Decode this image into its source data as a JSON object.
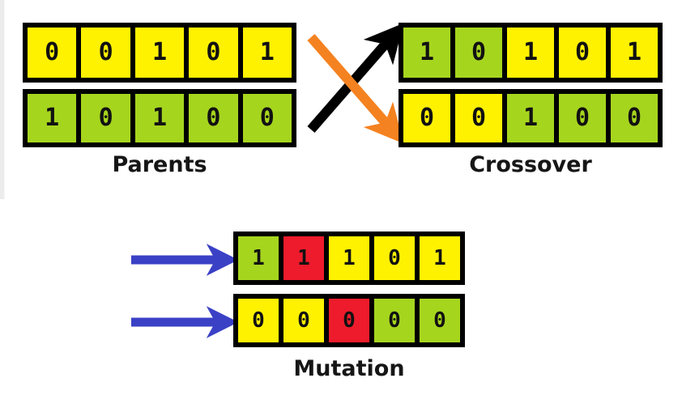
{
  "diagram": {
    "title_visible": false,
    "background_color": "#ffffff",
    "palette": {
      "yellow": "#fff200",
      "green": "#a6d51e",
      "red": "#ed1b2b",
      "black": "#000000",
      "orange": "#f58220",
      "blue": "#3b41c5"
    },
    "sections": [
      {
        "key": "parents",
        "label": "Parents",
        "rows": [
          {
            "name": "parent-1",
            "genes": [
              {
                "value": "0",
                "color": "yellow"
              },
              {
                "value": "0",
                "color": "yellow"
              },
              {
                "value": "1",
                "color": "yellow"
              },
              {
                "value": "0",
                "color": "yellow"
              },
              {
                "value": "1",
                "color": "yellow"
              }
            ]
          },
          {
            "name": "parent-2",
            "genes": [
              {
                "value": "1",
                "color": "green"
              },
              {
                "value": "0",
                "color": "green"
              },
              {
                "value": "1",
                "color": "green"
              },
              {
                "value": "0",
                "color": "green"
              },
              {
                "value": "0",
                "color": "green"
              }
            ]
          }
        ]
      },
      {
        "key": "crossover",
        "label": "Crossover",
        "rows": [
          {
            "name": "offspring-1",
            "genes": [
              {
                "value": "1",
                "color": "green"
              },
              {
                "value": "0",
                "color": "green"
              },
              {
                "value": "1",
                "color": "yellow"
              },
              {
                "value": "0",
                "color": "yellow"
              },
              {
                "value": "1",
                "color": "yellow"
              }
            ]
          },
          {
            "name": "offspring-2",
            "genes": [
              {
                "value": "0",
                "color": "yellow"
              },
              {
                "value": "0",
                "color": "yellow"
              },
              {
                "value": "1",
                "color": "green"
              },
              {
                "value": "0",
                "color": "green"
              },
              {
                "value": "0",
                "color": "green"
              }
            ]
          }
        ]
      },
      {
        "key": "mutation",
        "label": "Mutation",
        "rows": [
          {
            "name": "mutant-1",
            "genes": [
              {
                "value": "1",
                "color": "green"
              },
              {
                "value": "1",
                "color": "red"
              },
              {
                "value": "1",
                "color": "yellow"
              },
              {
                "value": "0",
                "color": "yellow"
              },
              {
                "value": "1",
                "color": "yellow"
              }
            ]
          },
          {
            "name": "mutant-2",
            "genes": [
              {
                "value": "0",
                "color": "yellow"
              },
              {
                "value": "0",
                "color": "yellow"
              },
              {
                "value": "0",
                "color": "red"
              },
              {
                "value": "0",
                "color": "green"
              },
              {
                "value": "0",
                "color": "green"
              }
            ]
          }
        ]
      }
    ],
    "connectors": [
      {
        "name": "crossover-arrow-up",
        "style": "black",
        "direction": "up-right"
      },
      {
        "name": "crossover-arrow-down",
        "style": "orange",
        "direction": "down-right"
      },
      {
        "name": "mutation-arrow-top",
        "style": "blue",
        "direction": "right"
      },
      {
        "name": "mutation-arrow-bottom",
        "style": "blue",
        "direction": "right"
      }
    ]
  }
}
